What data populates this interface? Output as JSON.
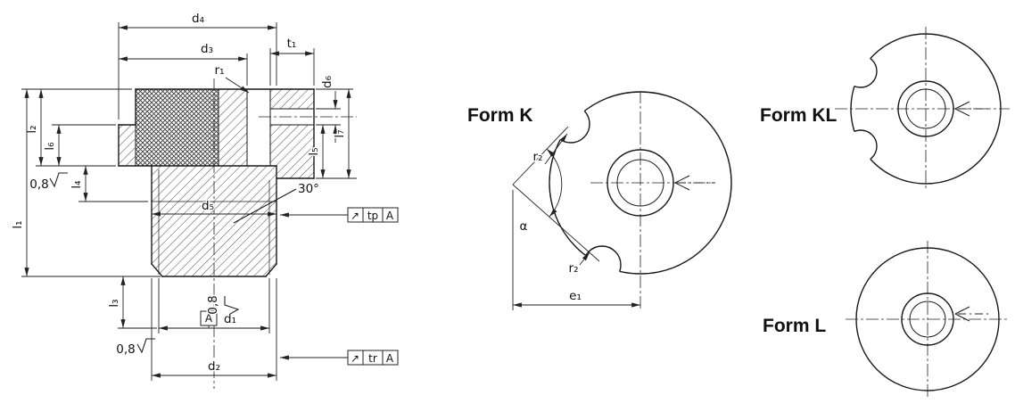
{
  "drawing": {
    "dim_labels": {
      "d1": "d₁",
      "d2": "d₂",
      "d3": "d₃",
      "d4": "d₄",
      "d5": "d₅",
      "d6": "d₆",
      "l1": "l₁",
      "l2": "l₂",
      "l3": "l₃",
      "l4": "l₄",
      "l5": "l₅",
      "l6": "l₆",
      "l7": "l₇",
      "t1": "t₁",
      "r1": "r₁",
      "r2": "r₂",
      "e1": "e₁",
      "alpha": "α",
      "angle30": "30°"
    },
    "surface_finish": "0,8",
    "datum": "A",
    "flags": {
      "tp": {
        "icon": "↗",
        "label": "tp",
        "datum": "A"
      },
      "tr": {
        "icon": "↗",
        "label": "tr",
        "datum": "A"
      }
    },
    "forms": {
      "k": "Form K",
      "kl": "Form KL",
      "l": "Form L"
    },
    "colors": {
      "outline": "#1a1a1a",
      "dimension_line": "#222222",
      "background": "#ffffff"
    }
  }
}
